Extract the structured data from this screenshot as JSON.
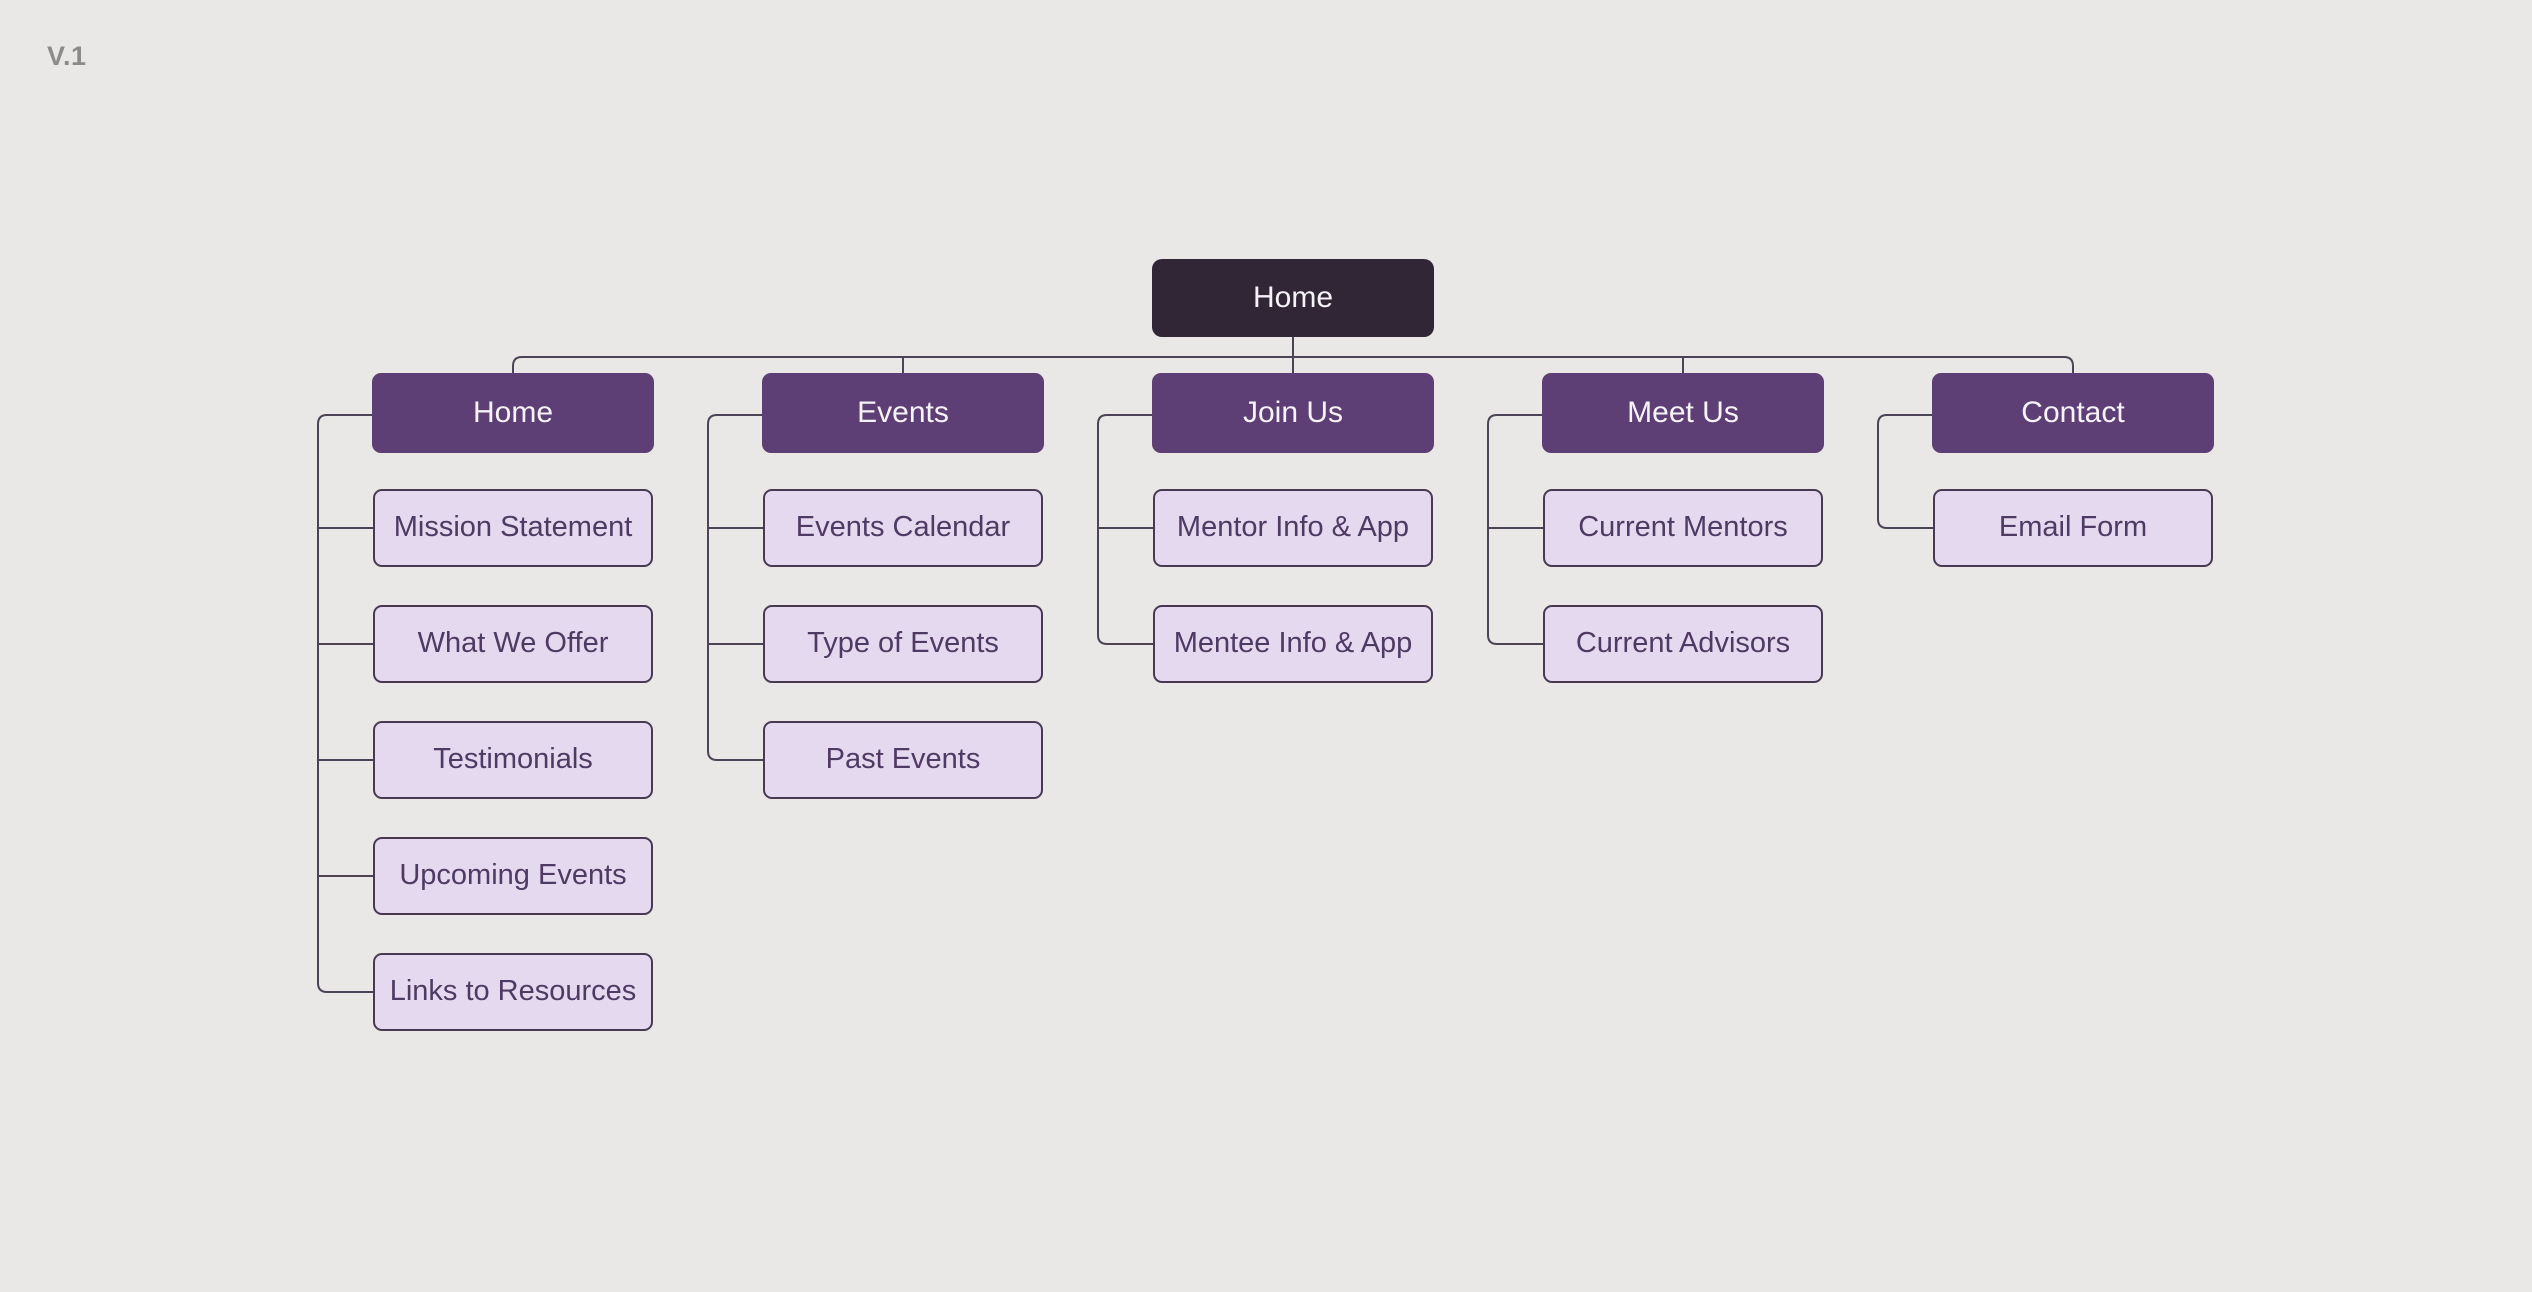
{
  "version_label": "V.1",
  "colors": {
    "background": "#e9e8e6",
    "root_fill": "#302636",
    "branch_fill": "#5e3f75",
    "child_fill": "#e5d9f0",
    "child_border": "#473a52",
    "connector": "#4c4456",
    "light_text": "#f6f3f8",
    "child_text": "#4f3a63",
    "version_text": "#8b8b89"
  },
  "diagram": {
    "type": "sitemap-tree"
  },
  "root": {
    "label": "Home"
  },
  "branches": [
    {
      "label": "Home",
      "children": [
        "Mission Statement",
        "What We Offer",
        "Testimonials",
        "Upcoming Events",
        "Links to Resources"
      ]
    },
    {
      "label": "Events",
      "children": [
        "Events Calendar",
        "Type of Events",
        "Past Events"
      ]
    },
    {
      "label": "Join Us",
      "children": [
        "Mentor Info & App",
        "Mentee Info & App"
      ]
    },
    {
      "label": "Meet Us",
      "children": [
        "Current Mentors",
        "Current Advisors"
      ]
    },
    {
      "label": "Contact",
      "children": [
        "Email Form"
      ]
    }
  ]
}
